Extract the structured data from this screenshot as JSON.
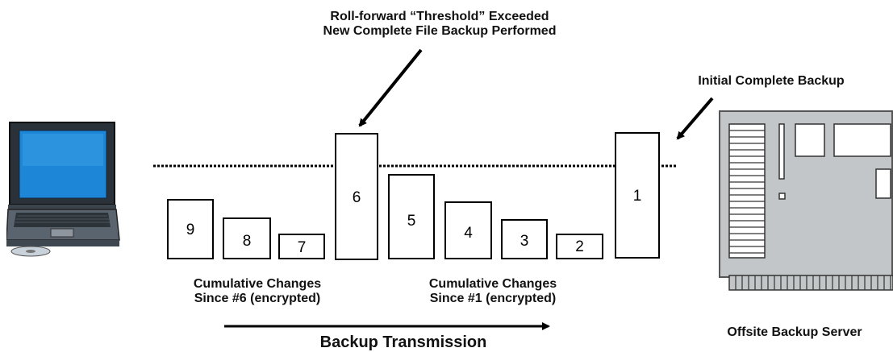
{
  "annotations": {
    "threshold_line1": "Roll-forward “Threshold” Exceeded",
    "threshold_line2": "New Complete File Backup Performed",
    "initial_backup": "Initial Complete Backup",
    "cumulative_6_line1": "Cumulative Changes",
    "cumulative_6_line2": "Since #6 (encrypted)",
    "cumulative_1_line1": "Cumulative Changes",
    "cumulative_1_line2": "Since #1 (encrypted)",
    "transmission": "Backup Transmission",
    "server_label": "Offsite Backup Server"
  },
  "backups": [
    {
      "id": "9",
      "label": "9"
    },
    {
      "id": "8",
      "label": "8"
    },
    {
      "id": "7",
      "label": "7"
    },
    {
      "id": "6",
      "label": "6"
    },
    {
      "id": "5",
      "label": "5"
    },
    {
      "id": "4",
      "label": "4"
    },
    {
      "id": "3",
      "label": "3"
    },
    {
      "id": "2",
      "label": "2"
    },
    {
      "id": "1",
      "label": "1"
    }
  ],
  "icons": {
    "client": "laptop-icon",
    "server": "server-rack-icon"
  }
}
